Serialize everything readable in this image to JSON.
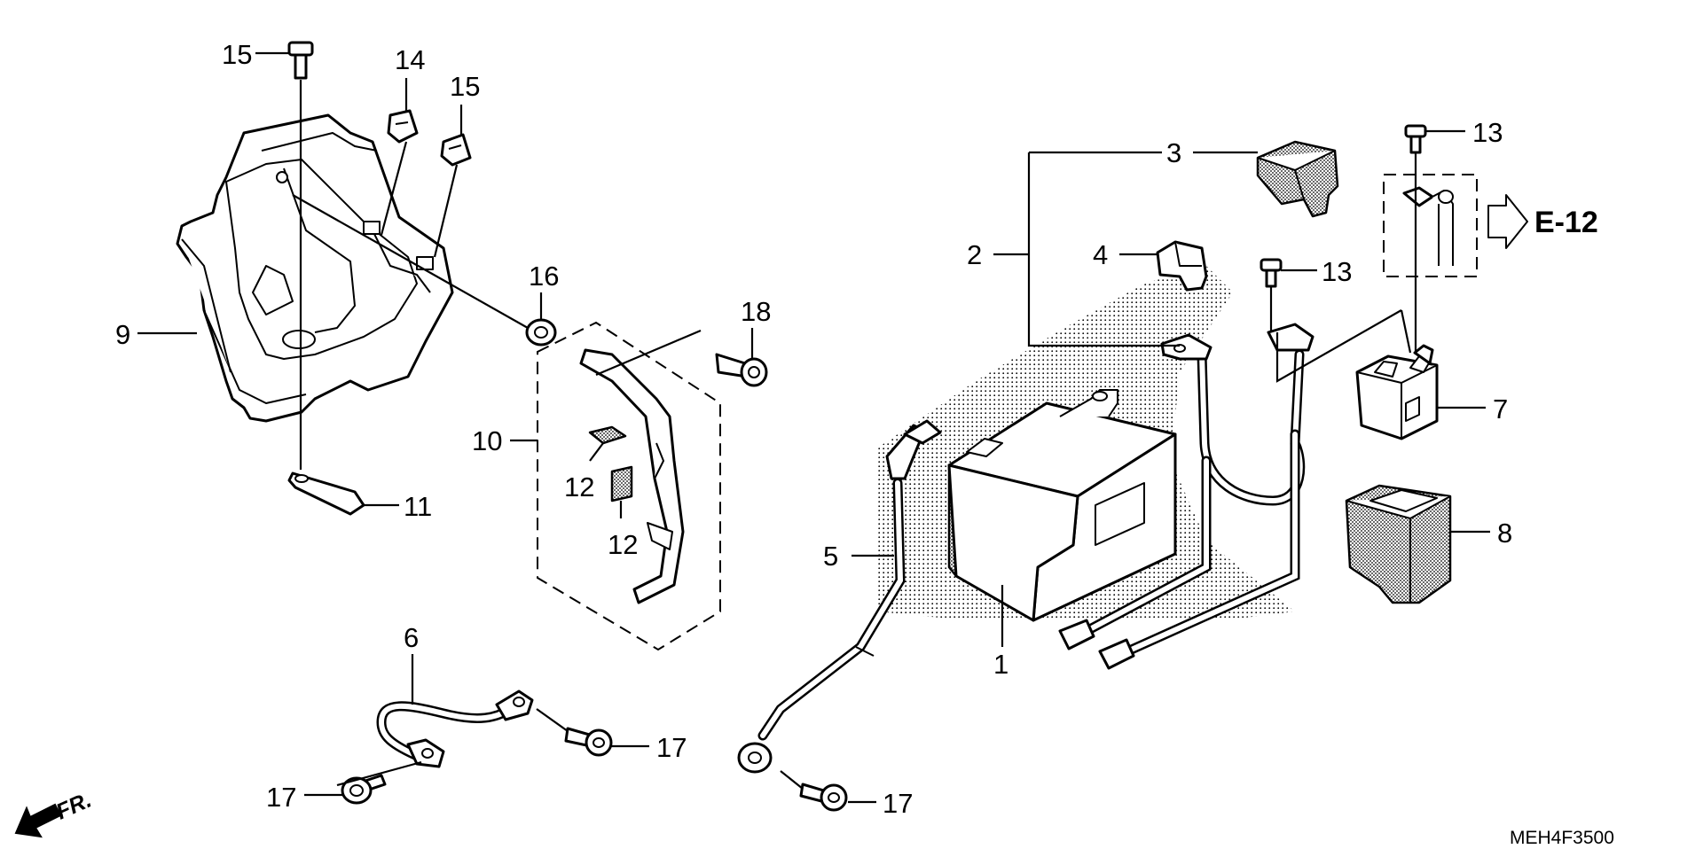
{
  "diagram": {
    "callouts": [
      {
        "id": "c1",
        "label": "1"
      },
      {
        "id": "c2",
        "label": "2"
      },
      {
        "id": "c3",
        "label": "3"
      },
      {
        "id": "c4",
        "label": "4"
      },
      {
        "id": "c5",
        "label": "5"
      },
      {
        "id": "c6",
        "label": "6"
      },
      {
        "id": "c7",
        "label": "7"
      },
      {
        "id": "c8",
        "label": "8"
      },
      {
        "id": "c9",
        "label": "9"
      },
      {
        "id": "c10",
        "label": "10"
      },
      {
        "id": "c11",
        "label": "11"
      },
      {
        "id": "c12a",
        "label": "12"
      },
      {
        "id": "c12b",
        "label": "12"
      },
      {
        "id": "c13a",
        "label": "13"
      },
      {
        "id": "c13b",
        "label": "13"
      },
      {
        "id": "c14",
        "label": "14"
      },
      {
        "id": "c15a",
        "label": "15"
      },
      {
        "id": "c15b",
        "label": "15"
      },
      {
        "id": "c16",
        "label": "16"
      },
      {
        "id": "c17a",
        "label": "17"
      },
      {
        "id": "c17b",
        "label": "17"
      },
      {
        "id": "c17c",
        "label": "17"
      },
      {
        "id": "c18",
        "label": "18"
      }
    ],
    "reference": "E-12",
    "direction_label": "FR.",
    "diagram_code": "MEH4F3500"
  }
}
